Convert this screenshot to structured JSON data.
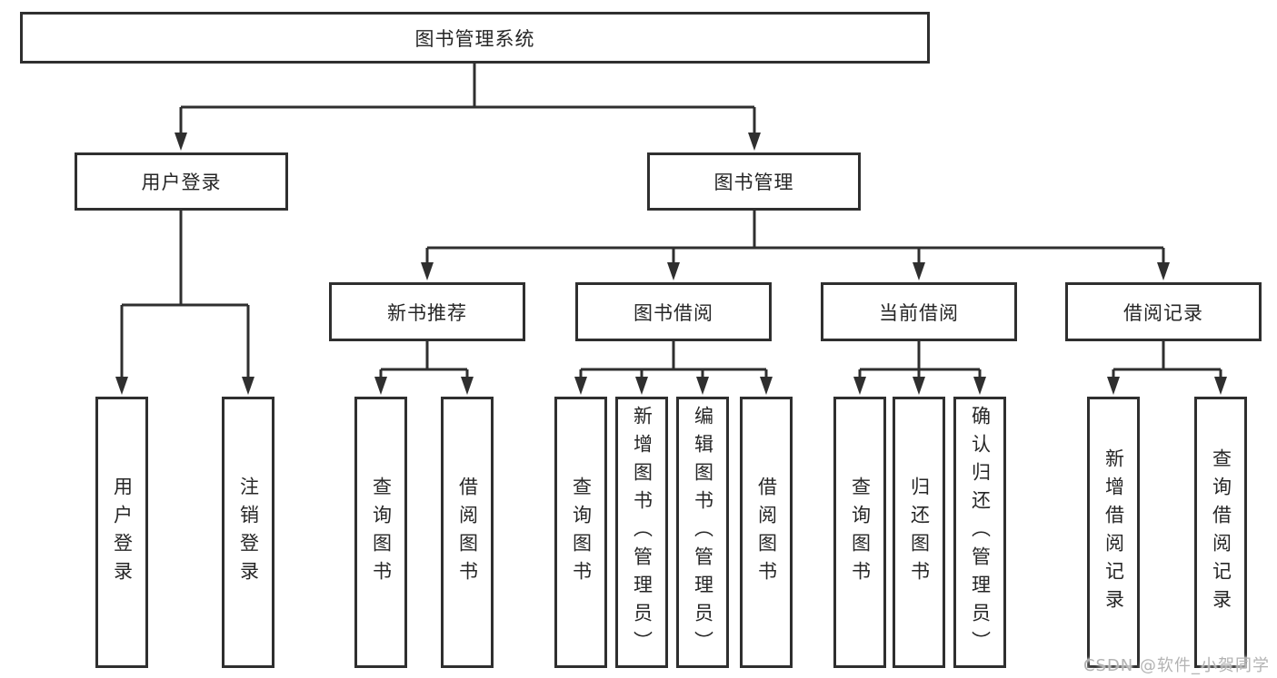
{
  "tree": {
    "root": "图书管理系统",
    "branches": [
      {
        "label": "用户登录",
        "children": [
          "用户登录",
          "注销登录"
        ]
      },
      {
        "label": "图书管理",
        "groups": [
          {
            "label": "新书推荐",
            "children": [
              "查询图书",
              "借阅图书"
            ]
          },
          {
            "label": "图书借阅",
            "children": [
              "查询图书",
              "新增图书（管理员）",
              "编辑图书（管理员）",
              "借阅图书"
            ]
          },
          {
            "label": "当前借阅",
            "children": [
              "查询图书",
              "归还图书",
              "确认归还（管理员）"
            ]
          },
          {
            "label": "借阅记录",
            "children": [
              "新增借阅记录",
              "查询借阅记录"
            ]
          }
        ]
      }
    ]
  },
  "watermark": {
    "text": "CSDN @软件_小贺同学"
  },
  "colors": {
    "line": "#2f2f2f",
    "box_border": "#2f2f2f",
    "box_background": "#ffffff",
    "text": "#262626",
    "watermark": "#b3b3b3"
  }
}
